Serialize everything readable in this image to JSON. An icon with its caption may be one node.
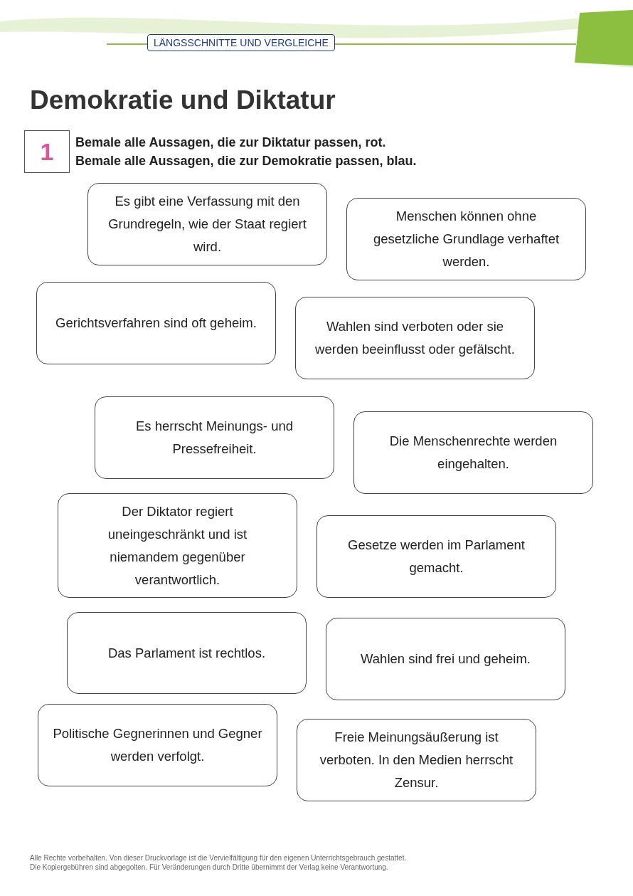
{
  "diagram": {
    "title": "Demokratie und Diktatur",
    "nodes": [
      {
        "text": [
          "1"
        ]
      },
      {
        "text": [
          "Es gibt eine Verfassung mit den Grundregeln, wie der Staat regiert wird."
        ]
      },
      {
        "text": [
          "Menschen können ohne gesetzliche Grundlage verhaftet werden."
        ]
      },
      {
        "text": [
          "Gerichtsverfahren sind oft geheim."
        ]
      },
      {
        "text": [
          "Wahlen sind verboten oder sie werden beeinflusst oder gefälscht."
        ]
      },
      {
        "text": [
          "Es herrscht Meinungs- und Pressefreiheit."
        ]
      },
      {
        "text": [
          "Die Menschenrechte werden eingehalten."
        ]
      },
      {
        "text": [
          "Der Diktator regiert uneingeschränkt und ist niemandem gegenüber verantwortlich."
        ]
      },
      {
        "text": [
          "Gesetze werden im Parlament gemacht."
        ]
      },
      {
        "text": [
          "Das Parlament ist rechtlos."
        ]
      },
      {
        "text": [
          "Wahlen sind frei und geheim."
        ]
      },
      {
        "text": [
          "Politische Gegnerinnen und Gegner werden verfolgt."
        ]
      },
      {
        "text": [
          "Freie Meinungsäußerung ist verboten. In den Medien herrscht Zensur."
        ]
      }
    ],
    "labels": [
      "LÄNGSSCHNITTE UND VERGLEICHE",
      "Bemale alle Aussagen, die zur Diktatur passen, rot.",
      "Bemale alle Aussagen, die zur Demokratie passen, blau.",
      "Alle Rechte vorbehalten. Von dieser Druckvorlage ist die Vervielfältigung für den eigenen Unterrichtsgebrauch gestattet.",
      "Die Kopiergebühren sind abgegolten. Für Veränderungen durch Dritte übernimmt der Verlag keine Verantwortung."
    ]
  }
}
